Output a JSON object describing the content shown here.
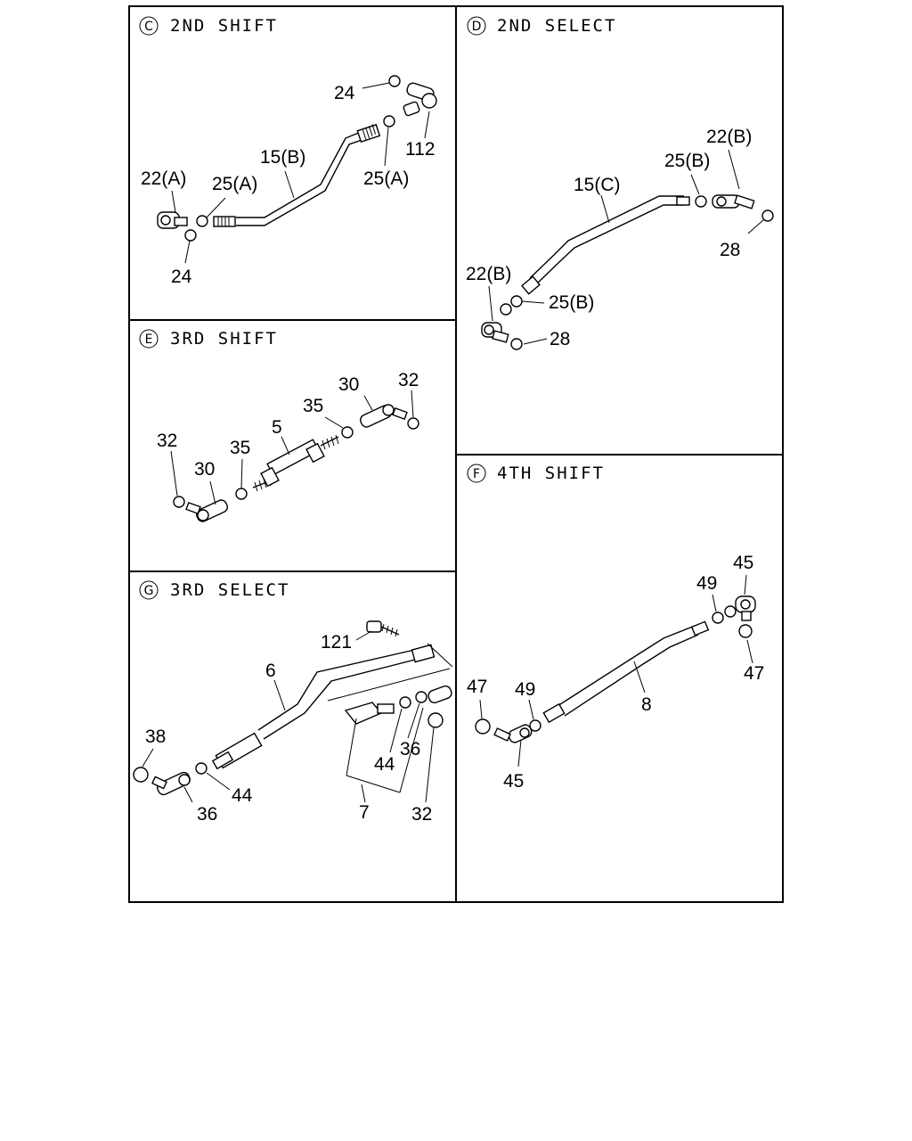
{
  "panels": {
    "c": {
      "letter": "C",
      "title": "2ND SHIFT"
    },
    "d": {
      "letter": "D",
      "title": "2ND SELECT"
    },
    "e": {
      "letter": "E",
      "title": "3RD SHIFT"
    },
    "f": {
      "letter": "F",
      "title": "4TH SHIFT"
    },
    "g": {
      "letter": "G",
      "title": "3RD SELECT"
    }
  },
  "callouts": {
    "c": [
      "24",
      "112",
      "15(B)",
      "22(A)",
      "25(A)",
      "25(A)",
      "24"
    ],
    "d": [
      "22(B)",
      "25(B)",
      "15(C)",
      "28",
      "22(B)",
      "25(B)",
      "28"
    ],
    "e": [
      "32",
      "30",
      "35",
      "5",
      "32",
      "30",
      "35"
    ],
    "g": [
      "121",
      "6",
      "38",
      "44",
      "36",
      "44",
      "36",
      "7",
      "32"
    ],
    "f": [
      "45",
      "49",
      "47",
      "8",
      "47",
      "49",
      "45"
    ]
  }
}
